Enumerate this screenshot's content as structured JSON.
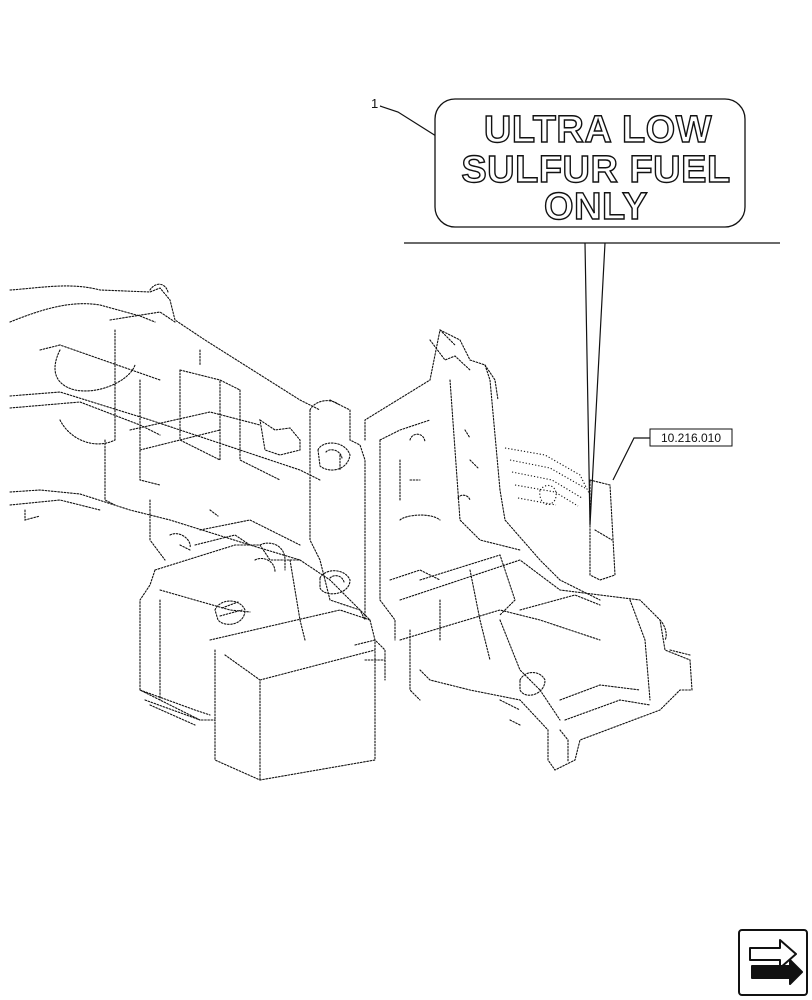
{
  "decal": {
    "callout_number": "1",
    "lines": [
      "ULTRA LOW",
      "SULFUR FUEL",
      "ONLY"
    ]
  },
  "reference": {
    "label": "10.216.010"
  },
  "nav": {
    "icon": "next-page-arrow-icon"
  }
}
